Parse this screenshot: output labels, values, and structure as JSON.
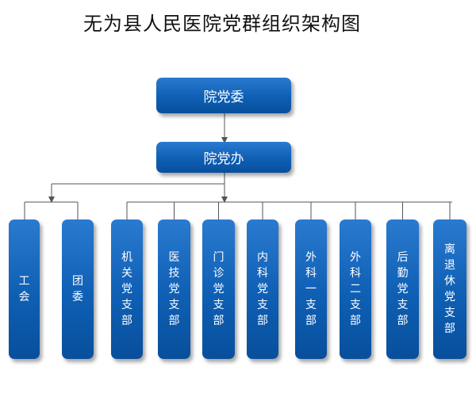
{
  "title": "无为县人民医院党群组织架构图",
  "level1": "院党委",
  "level2": "院党办",
  "units": [
    "工会",
    "团委",
    "机关党支部",
    "医技党支部",
    "门诊党支部",
    "内科党支部",
    "外科一支部",
    "外科二支部",
    "后勤党支部",
    "离退休党支部"
  ],
  "colors": {
    "box": "#0e5fb4",
    "line": "#555555",
    "text": "#ffffff"
  }
}
